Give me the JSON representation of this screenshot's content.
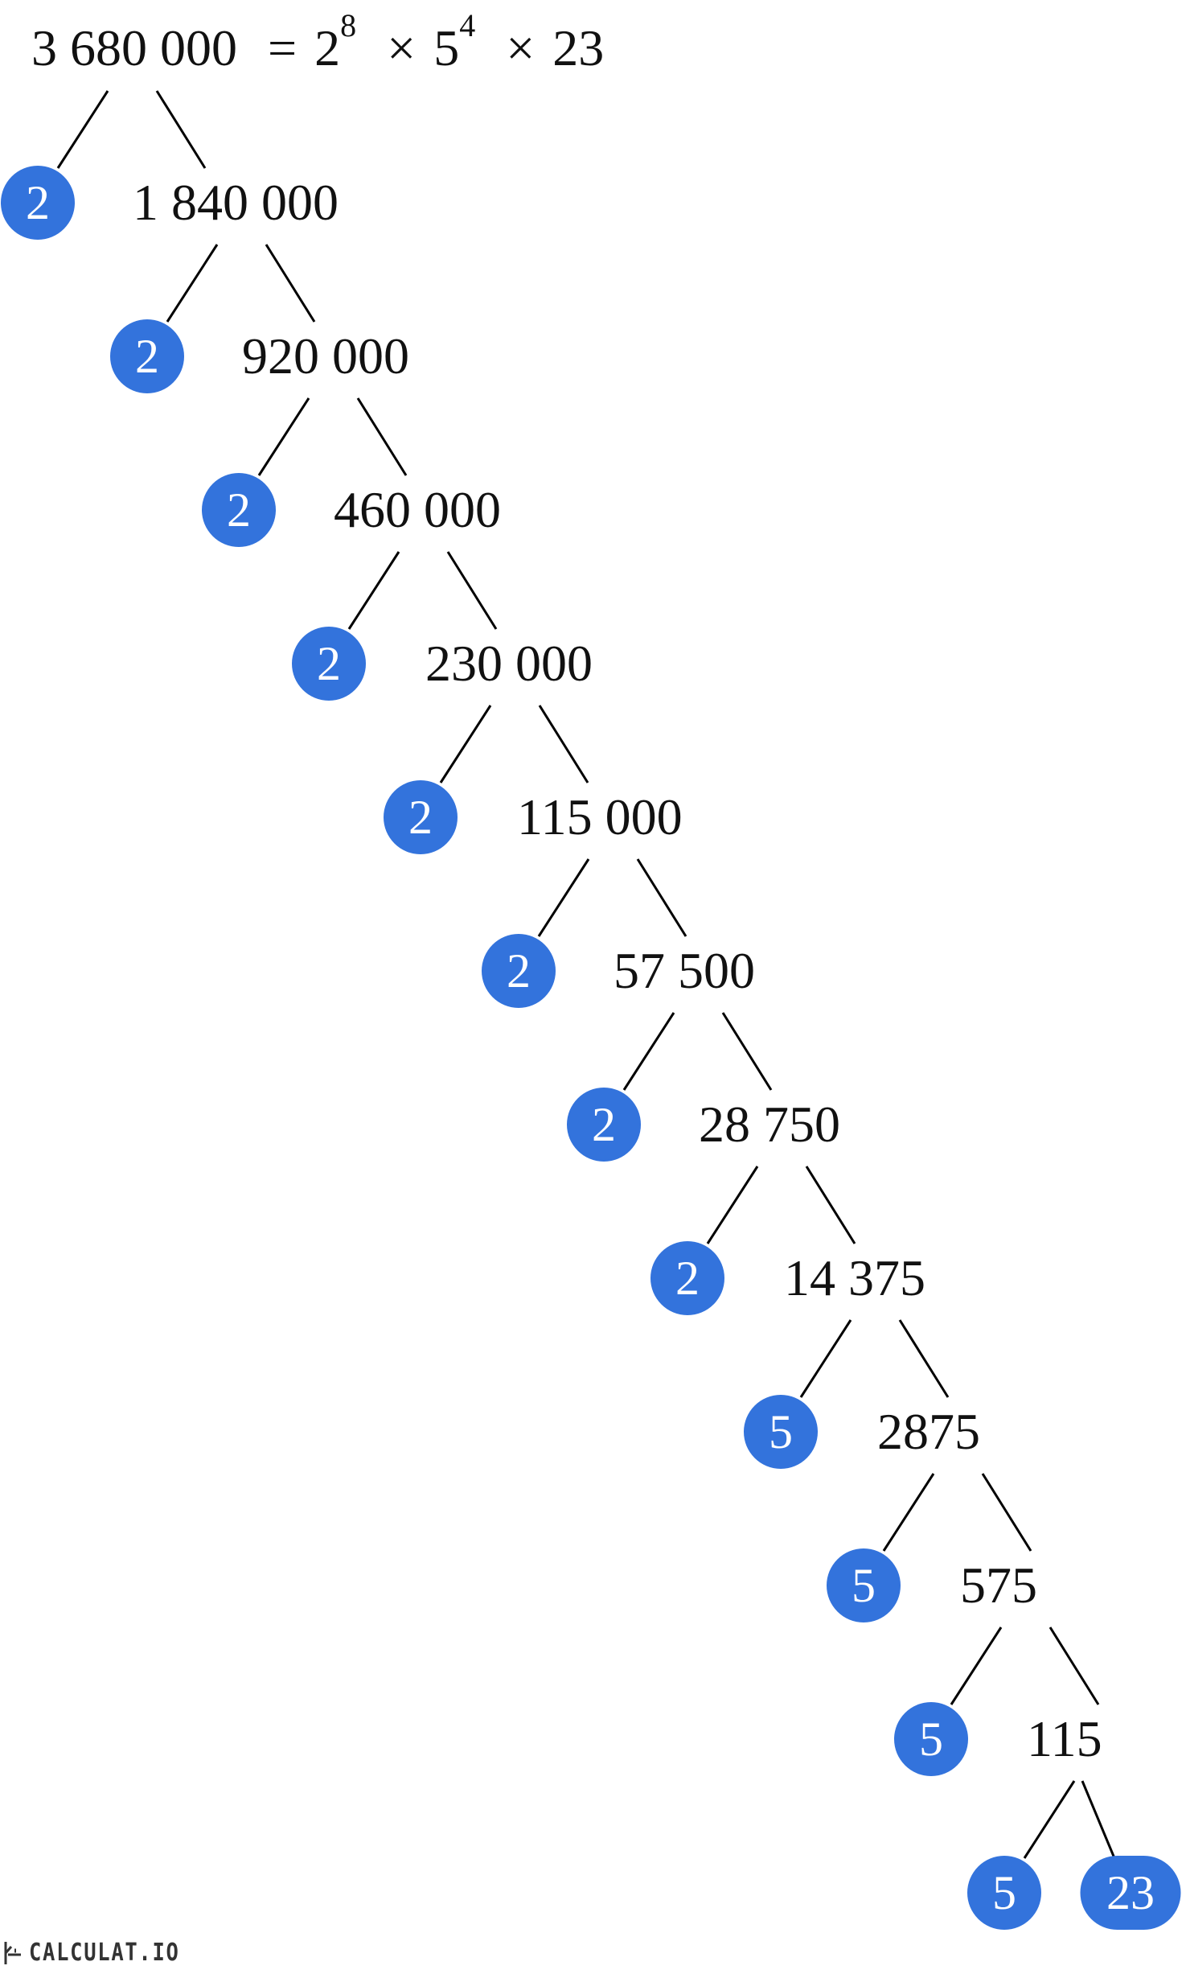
{
  "title": {
    "number": "3 680 000",
    "equals": "=",
    "factors": [
      {
        "base": "2",
        "exp": "8"
      },
      {
        "base": "5",
        "exp": "4"
      },
      {
        "base": "23",
        "exp": ""
      }
    ],
    "times": "×"
  },
  "steps": [
    {
      "factor": "2",
      "quotient": "1 840 000"
    },
    {
      "factor": "2",
      "quotient": "920 000"
    },
    {
      "factor": "2",
      "quotient": "460 000"
    },
    {
      "factor": "2",
      "quotient": "230 000"
    },
    {
      "factor": "2",
      "quotient": "115 000"
    },
    {
      "factor": "2",
      "quotient": "57 500"
    },
    {
      "factor": "2",
      "quotient": "28 750"
    },
    {
      "factor": "2",
      "quotient": "14 375"
    },
    {
      "factor": "5",
      "quotient": "2875"
    },
    {
      "factor": "5",
      "quotient": "575"
    },
    {
      "factor": "5",
      "quotient": "115"
    },
    {
      "factor": "5",
      "quotient": "23"
    }
  ],
  "colors": {
    "prime_circle": "#3373dc",
    "line": "#000000"
  },
  "logo": {
    "text": "CALCULAT.IO"
  }
}
